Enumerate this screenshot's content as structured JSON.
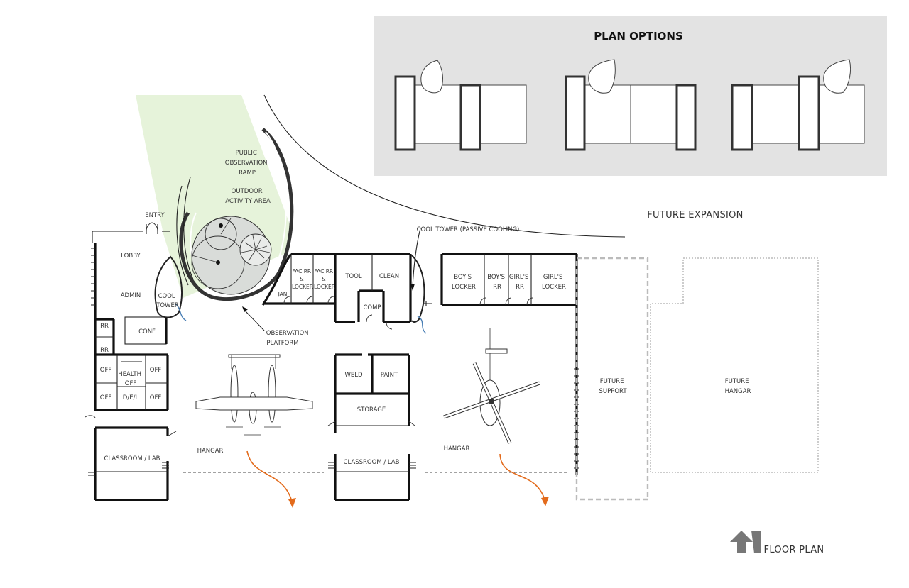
{
  "plan_options": {
    "title": "PLAN OPTIONS",
    "background": "#e3e3e3"
  },
  "labels": {
    "public_observation_ramp": [
      "PUBLIC",
      "OBSERVATION",
      "RAMP"
    ],
    "outdoor_activity_area": [
      "OUTDOOR",
      "ACTIVITY AREA"
    ],
    "entry": "ENTRY",
    "lobby": "LOBBY",
    "admin": "ADMIN",
    "cool_tower_left": [
      "COOL",
      "TOWER"
    ],
    "rr_1": "RR",
    "rr_2": "RR",
    "conf": "CONF",
    "off_1": "OFF",
    "off_2": "OFF",
    "off_3": "OFF",
    "off_4": "OFF",
    "health_off": [
      "HEALTH",
      "OFF"
    ],
    "del": "D/E/L",
    "classroom_left": "CLASSROOM / LAB",
    "hangar_left": "HANGAR",
    "observation_platform": [
      "OBSERVATION",
      "PLATFORM"
    ],
    "jan": "JAN",
    "fac_rr_1": [
      "FAC RR",
      "&",
      "LOCKER"
    ],
    "fac_rr_2": [
      "FAC RR",
      "&",
      "LOCKER"
    ],
    "tool": "TOOL",
    "clean": "CLEAN",
    "comp": "COMP",
    "cool_tower_passive": "COOL TOWER (PASSIVE COOLING)",
    "weld": "WELD",
    "paint": "PAINT",
    "storage": "STORAGE",
    "classroom_center": "CLASSROOM / LAB",
    "boys_locker": [
      "BOY'S",
      "LOCKER"
    ],
    "boys_rr": [
      "BOY'S",
      "RR"
    ],
    "girls_rr": [
      "GIRL'S",
      "RR"
    ],
    "girls_locker": [
      "GIRL'S",
      "LOCKER"
    ],
    "hangar_right": "HANGAR",
    "future_expansion": "FUTURE EXPANSION",
    "future_support": [
      "FUTURE",
      "SUPPORT"
    ],
    "future_hangar": [
      "FUTURE",
      "HANGAR"
    ],
    "floor_plan": "FLOOR PLAN"
  },
  "colors": {
    "green_area": "#e6f3da",
    "activity_gray": "#d9dcd9",
    "exit_arrow": "#e36b1c",
    "cooling_arrow": "#4a7fb5",
    "north_arrow": "#777777"
  },
  "icons": [
    "north-arrow-icon",
    "entry-door-icon",
    "p38-aircraft-icon",
    "helicopter-icon"
  ]
}
